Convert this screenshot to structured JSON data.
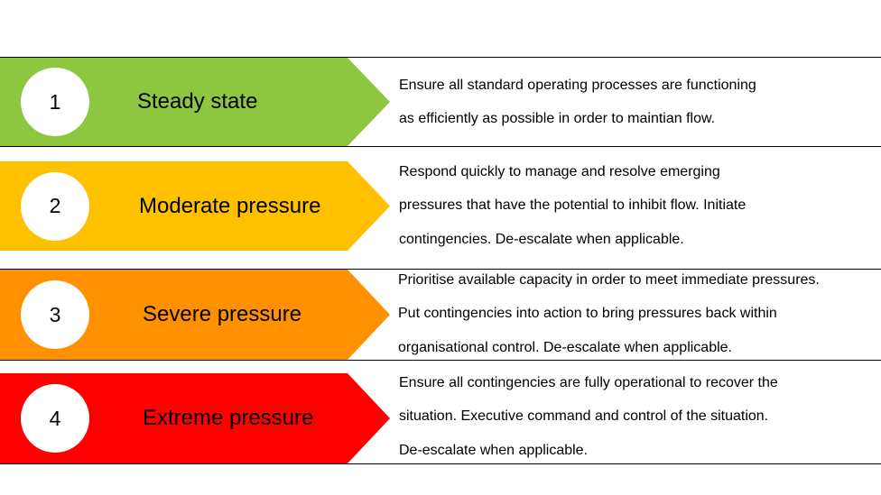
{
  "colors": {
    "level_1": "#8dc63f",
    "level_2": "#ffc000",
    "level_3": "#ff9000",
    "level_4": "#ff0000",
    "rule": "#000000",
    "circle": "#ffffff"
  },
  "levels": [
    {
      "number": "1",
      "title": "Steady state",
      "lines": [
        "Ensure all standard operating processes are functioning",
        "as efficiently as possible in order to maintian flow."
      ]
    },
    {
      "number": "2",
      "title": "Moderate pressure",
      "lines": [
        "Respond quickly to manage and resolve emerging",
        "pressures that have the potential to inhibit flow. Initiate",
        "contingencies. De-escalate when applicable."
      ]
    },
    {
      "number": "3",
      "title": "Severe pressure",
      "lines": [
        "Prioritise available capacity in order to meet immediate pressures.",
        "Put contingencies into action to bring pressures back within",
        "organisational control. De-escalate when applicable."
      ]
    },
    {
      "number": "4",
      "title": "Extreme pressure",
      "lines": [
        "Ensure all contingencies are fully operational to recover the",
        "situation. Executive command and control of the situation.",
        "De-escalate when applicable."
      ]
    }
  ]
}
